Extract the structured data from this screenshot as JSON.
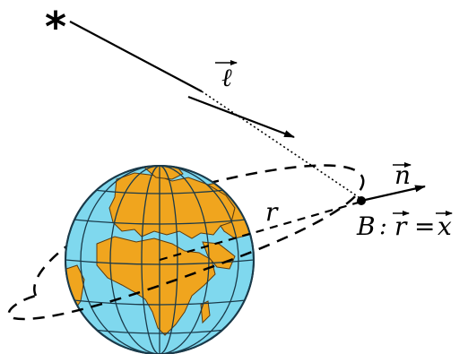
{
  "star": "*",
  "vector_ell": "ℓ",
  "vector_n": "n",
  "radius_label": "r",
  "point": {
    "name": "B",
    "separator": ":",
    "lhs": "r",
    "equals": "=",
    "rhs": "x"
  },
  "colors": {
    "ocean": "#7fd8ee",
    "land": "#f0a51e",
    "ink": "#000000"
  }
}
